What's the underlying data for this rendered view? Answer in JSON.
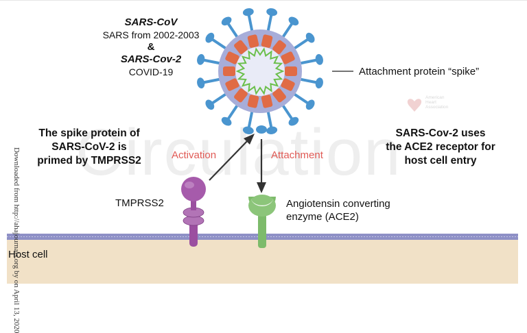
{
  "watermark": "Circulation",
  "virus": {
    "name1": "SARS-CoV",
    "desc1": "SARS from 2002-2003",
    "amp": "&",
    "name2": "SARS-Cov-2",
    "desc2": "COVID-19"
  },
  "spike_label": "Attachment protein “spike”",
  "left_note": {
    "line1": "The spike protein of",
    "line2": "SARS-CoV-2 is",
    "line3": "primed by TMPRSS2"
  },
  "right_note": {
    "bold1": "SARS-Cov-2",
    "rest1": " uses",
    "line2": "the ACE2 receptor for",
    "line3": "host cell entry"
  },
  "activation": "Activation",
  "attachment": "Attachment",
  "tmprss2_label": "TMPRSS2",
  "ace2_label": {
    "line1": "Angiotensin converting",
    "line2": "enzyme (ACE2)"
  },
  "host_cell_label": "Host cell",
  "side_text": "Downloaded from http://ahajournals.org by on April 13, 2020",
  "logo_text": {
    "line1": "American",
    "line2": "Heart",
    "line3": "Association"
  },
  "colors": {
    "envelope": "#a7add9",
    "spike": "#4a95cf",
    "orange_protein": "#e06b45",
    "rna": "#6bbf4b",
    "tmprss2": "#9b4fa0",
    "ace2": "#7dbb6b",
    "membrane": "#8e90c6",
    "cytoplasm": "#f1e1c7",
    "label_red": "#e05a55"
  }
}
